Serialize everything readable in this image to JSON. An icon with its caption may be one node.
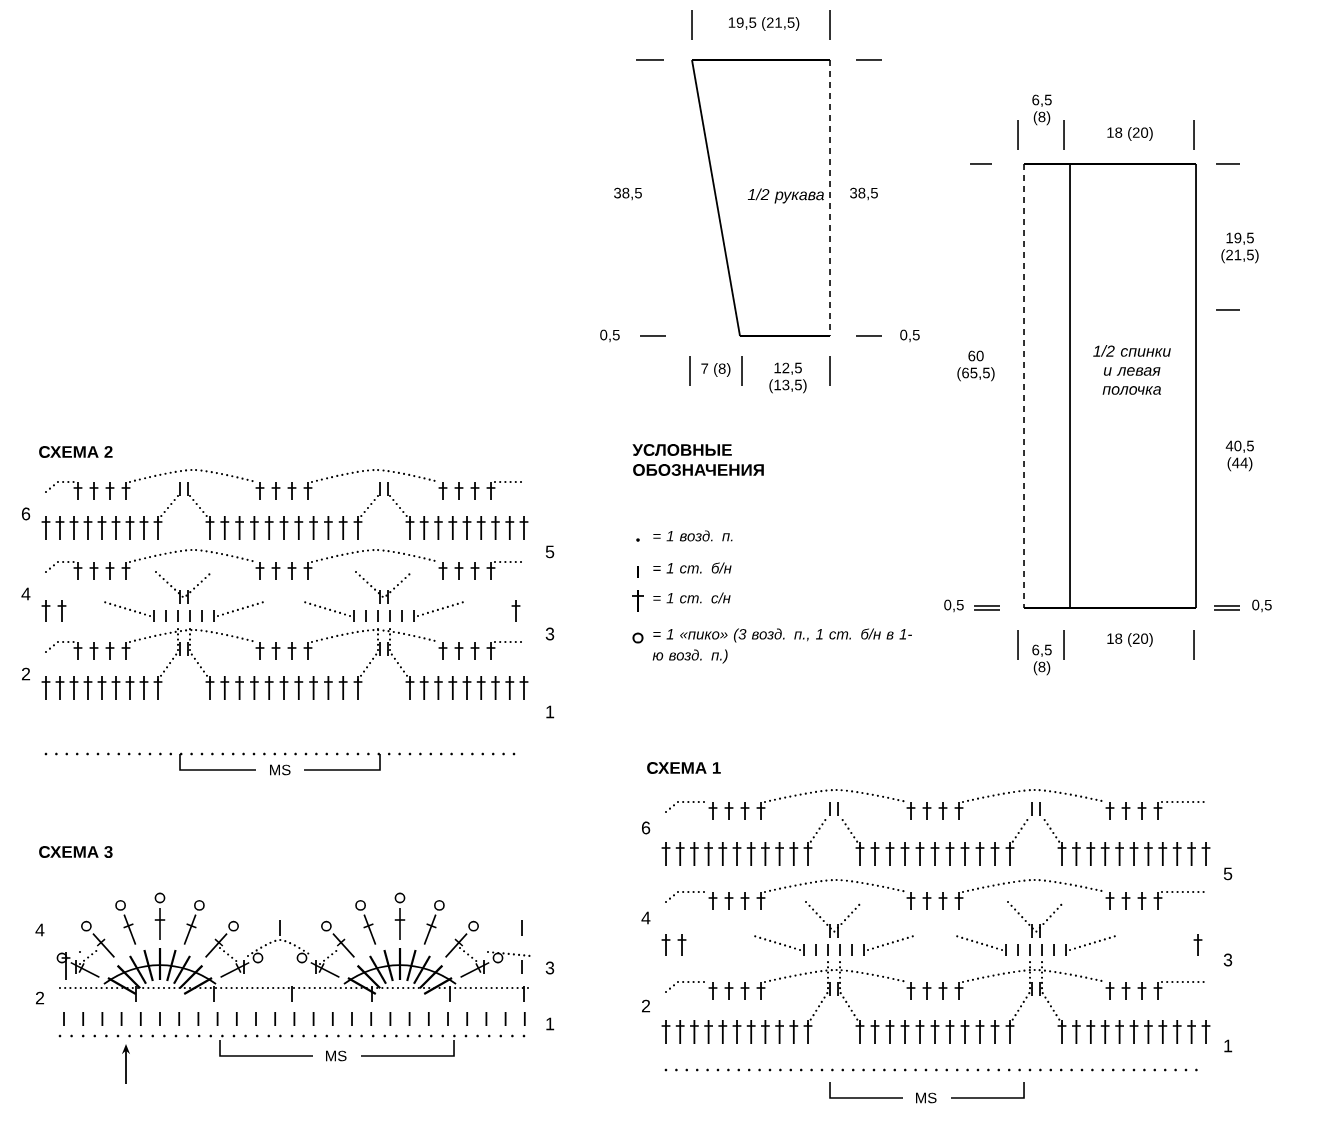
{
  "diagram": {
    "nodes": [
      {
        "text": [
          "1/2 рукава"
        ]
      },
      {
        "text": [
          "1/2 спинки и левая полочка"
        ]
      }
    ],
    "labels": [
      "19,5 (21,5)",
      "38,5",
      "38,5",
      "0,5",
      "0,5",
      "7 (8)",
      "12,5 (13,5)",
      "6,5 (8)",
      "18 (20)",
      "19,5 (21,5)",
      "60 (65,5)",
      "40,5 (44)",
      "0,5",
      "0,5",
      "6,5 (8)",
      "18 (20)",
      "УСЛОВНЫЕ ОБОЗНАЧЕНИЯ",
      "СХЕМА 2",
      "6",
      "5",
      "4",
      "3",
      "2",
      "1",
      "MS",
      "СХЕМА 3",
      "4",
      "3",
      "2",
      "1",
      "MS",
      "СХЕМА 1",
      "6",
      "5",
      "4",
      "3",
      "2",
      "1",
      "MS"
    ],
    "legend": [
      {
        "text": "= 1 возд. п."
      },
      {
        "text": "= 1 ст. б/н"
      },
      {
        "text": "= 1 ст. с/н"
      },
      {
        "text": "= 1 «пико» (3 возд. п., 1 ст. б/н в 1-ю возд. п.)"
      }
    ]
  }
}
